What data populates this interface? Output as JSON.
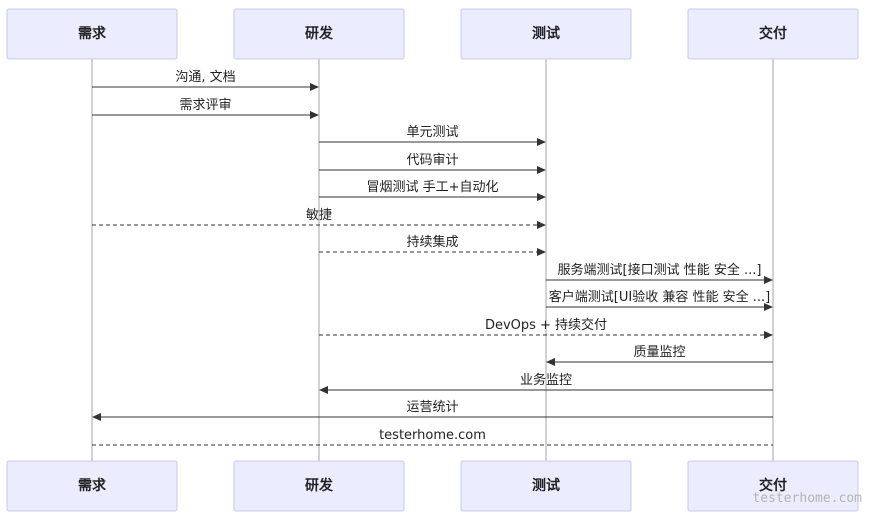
{
  "actors": [
    {
      "id": "req",
      "label": "需求"
    },
    {
      "id": "dev",
      "label": "研发"
    },
    {
      "id": "test",
      "label": "测试"
    },
    {
      "id": "deliver",
      "label": "交付"
    }
  ],
  "messages": [
    {
      "from": "req",
      "to": "dev",
      "label": "沟通, 文档",
      "style": "solid",
      "arrow": true
    },
    {
      "from": "req",
      "to": "dev",
      "label": "需求评审",
      "style": "solid",
      "arrow": true
    },
    {
      "from": "dev",
      "to": "test",
      "label": "单元测试",
      "style": "solid",
      "arrow": true
    },
    {
      "from": "dev",
      "to": "test",
      "label": "代码审计",
      "style": "solid",
      "arrow": true
    },
    {
      "from": "dev",
      "to": "test",
      "label": "冒烟测试 手工+自动化",
      "style": "solid",
      "arrow": true
    },
    {
      "from": "req",
      "to": "test",
      "label": "敏捷",
      "style": "dashed",
      "arrow": true
    },
    {
      "from": "dev",
      "to": "test",
      "label": "持续集成",
      "style": "dashed",
      "arrow": true
    },
    {
      "from": "test",
      "to": "deliver",
      "label": "服务端测试[接口测试 性能 安全 ...]",
      "style": "solid",
      "arrow": true
    },
    {
      "from": "test",
      "to": "deliver",
      "label": "客户端测试[UI验收 兼容 性能 安全 ...]",
      "style": "solid",
      "arrow": true
    },
    {
      "from": "dev",
      "to": "deliver",
      "label": "DevOps + 持续交付",
      "style": "dashed",
      "arrow": true
    },
    {
      "from": "deliver",
      "to": "test",
      "label": "质量监控",
      "style": "solid",
      "arrow": true
    },
    {
      "from": "deliver",
      "to": "dev",
      "label": "业务监控",
      "style": "solid",
      "arrow": true
    },
    {
      "from": "deliver",
      "to": "req",
      "label": "运营统计",
      "style": "solid",
      "arrow": true
    },
    {
      "from": "req",
      "to": "deliver",
      "label": "testerhome.com",
      "style": "dashed",
      "arrow": false
    }
  ],
  "watermark": "testerhome.com"
}
